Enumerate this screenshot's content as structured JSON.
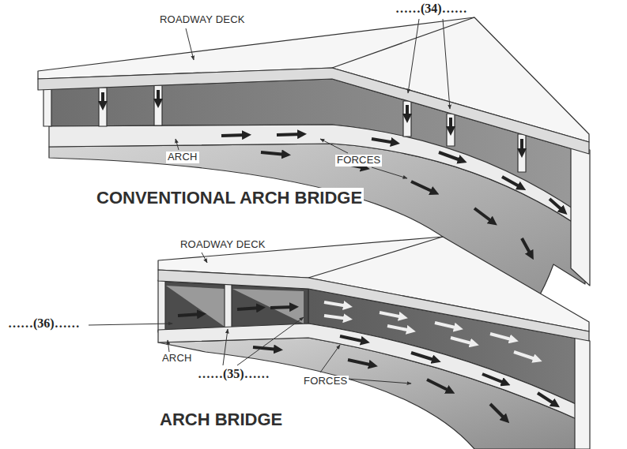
{
  "diagram": {
    "labels": [
      "ROADWAY DECK",
      "……(34)……",
      "ARCH",
      "FORCES",
      "CONVENTIONAL ARCH BRIDGE",
      "ROADWAY DECK",
      "……(36)……",
      "ARCH",
      "……(35)……",
      "FORCES",
      "ARCH BRIDGE"
    ]
  }
}
